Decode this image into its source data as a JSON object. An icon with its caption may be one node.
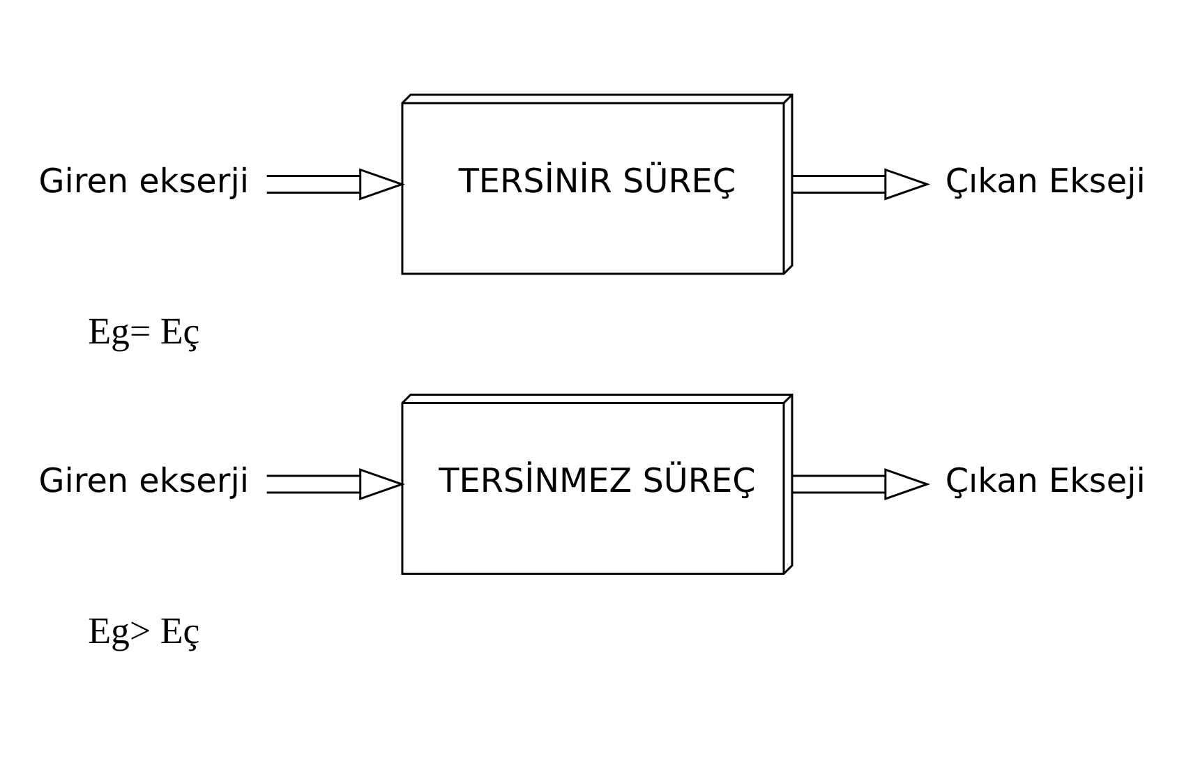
{
  "diagram": {
    "nodes": [
      {
        "text": [
          "Giren ekserji"
        ]
      },
      {
        "text": [
          "TERSİNİR SÜREÇ"
        ]
      },
      {
        "text": [
          "Çıkan Ekseji"
        ]
      },
      {
        "text": [
          "Giren ekserji"
        ]
      },
      {
        "text": [
          "TERSİNMEZ SÜREÇ"
        ]
      },
      {
        "text": [
          "Çıkan Ekseji"
        ]
      }
    ],
    "edges": [
      {
        "from": 0,
        "to": 1,
        "arrow": "to"
      },
      {
        "from": 1,
        "to": 2,
        "arrow": "to"
      },
      {
        "from": 3,
        "to": 4,
        "arrow": "to"
      },
      {
        "from": 4,
        "to": 5,
        "arrow": "to"
      }
    ],
    "labels": [
      "Eg= Eç",
      "Eg> Eç"
    ]
  }
}
